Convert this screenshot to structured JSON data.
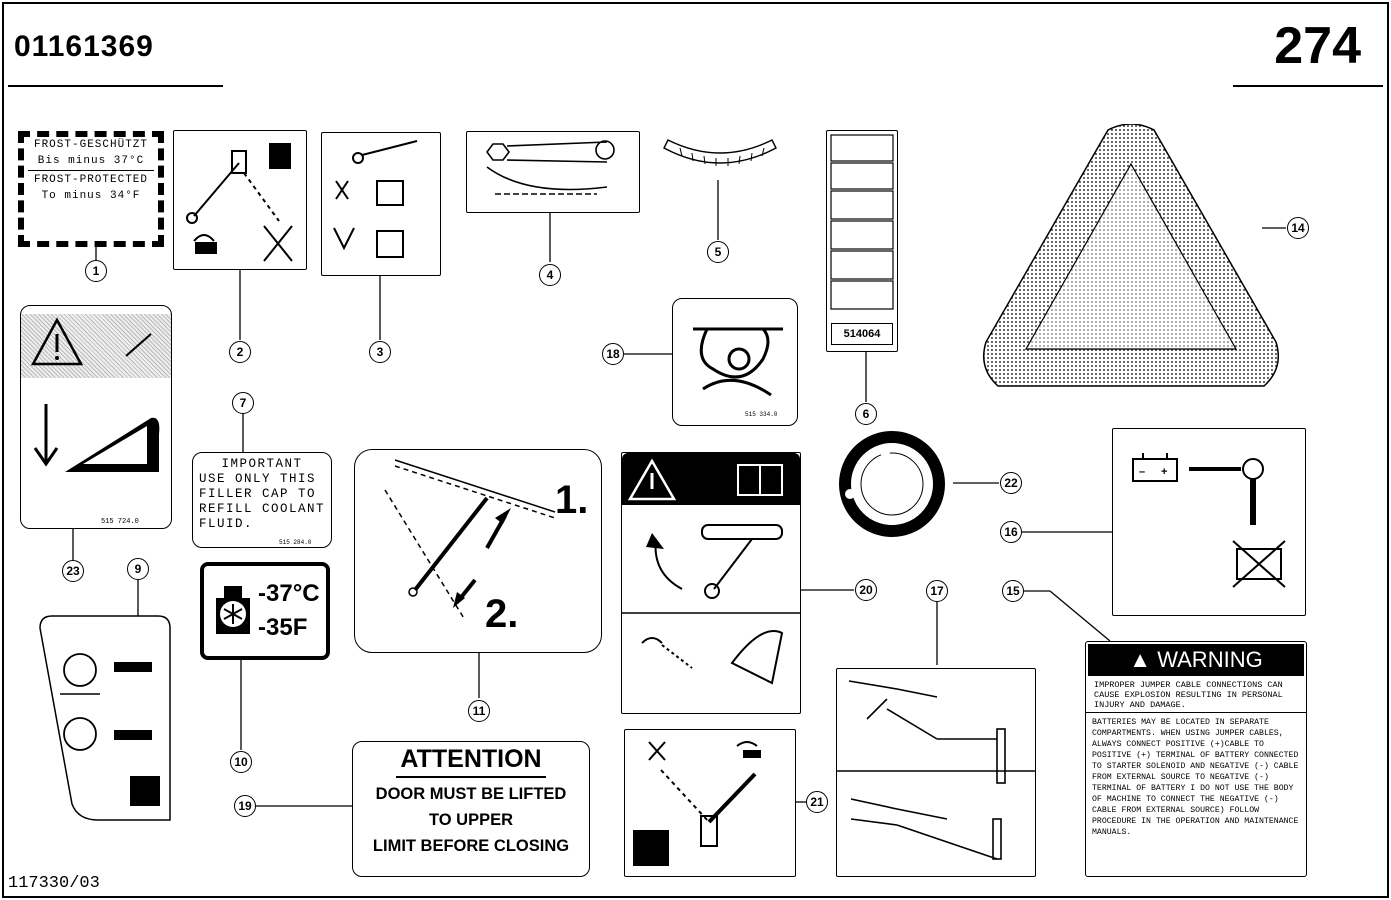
{
  "header": {
    "part_number": "01161369",
    "page_number": "274"
  },
  "footer": {
    "doc_code": "117330/03"
  },
  "callouts": [
    "1",
    "2",
    "3",
    "4",
    "5",
    "6",
    "7",
    "9",
    "10",
    "11",
    "14",
    "15",
    "16",
    "17",
    "18",
    "19",
    "20",
    "21",
    "22",
    "23"
  ],
  "decal_1": {
    "line1": "FROST-GESCHÜTZT",
    "line2": "Bis minus 37°C",
    "line3": "FROST-PROTECTED",
    "line4": "To minus 34°F"
  },
  "decal_6": {
    "code": "514064"
  },
  "decal_7": {
    "lines": [
      "IMPORTANT",
      "USE ONLY THIS",
      "FILLER CAP TO",
      "REFILL COOLANT",
      "FLUID."
    ],
    "code": "515 284.0"
  },
  "decal_10": {
    "celsius": "-37°C",
    "fahrenheit": "-35F"
  },
  "decal_11": {
    "step1": "1.",
    "step2": "2."
  },
  "decal_18": {
    "code": "515 334.0"
  },
  "decal_19": {
    "heading": "ATTENTION",
    "line1": "DOOR MUST BE LIFTED",
    "line2": "TO UPPER",
    "line3": "LIMIT BEFORE CLOSING"
  },
  "decal_15": {
    "title": "WARNING",
    "para1": "IMPROPER JUMPER CABLE CONNECTIONS CAN CAUSE EXPLOSION RESULTING IN PERSONAL INJURY AND DAMAGE.",
    "para2": "BATTERIES MAY BE LOCATED IN SEPARATE COMPARTMENTS. WHEN USING JUMPER CABLES, ALWAYS CONNECT POSITIVE (+)CABLE TO POSITIVE (+) TERMINAL OF BATTERY CONNECTED TO STARTER SOLENOID AND NEGATIVE (-) CABLE FROM EXTERNAL SOURCE TO NEGATIVE (-) TERMINAL OF BATTERY I DO NOT USE THE BODY OF MACHINE TO CONNECT THE NEGATIVE (-) CABLE FROM EXTERNAL SOURCE) FOLLOW PROCEDURE IN THE OPERATION AND MAINTENANCE MANUALS."
  },
  "decal_23": {
    "code": "515 724.0"
  }
}
